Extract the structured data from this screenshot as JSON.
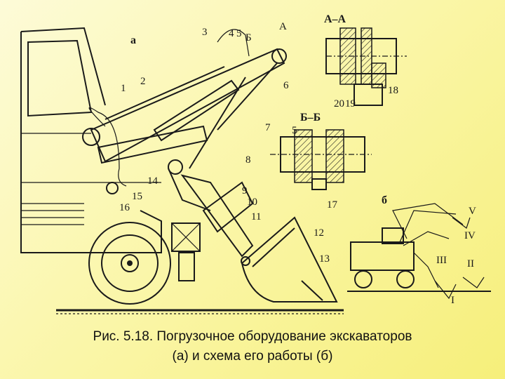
{
  "caption": {
    "line1": "Рис. 5.18. Погрузочное оборудование экскаваторов",
    "line2": "(а) и схема его работы (б)"
  },
  "labels": {
    "part_a": "а",
    "part_b": "б",
    "section_aa": "А–А",
    "section_bb": "Б–Б",
    "arrow_a": "А",
    "arrow_b": "Б",
    "n1": "1",
    "n2": "2",
    "n3": "3",
    "n4": "4",
    "n5": "5",
    "n6": "6",
    "n7": "7",
    "n8": "8",
    "n9": "9",
    "n10": "10",
    "n11": "11",
    "n12": "12",
    "n13": "13",
    "n14": "14",
    "n15": "15",
    "n16": "16",
    "n17": "17",
    "n18": "18",
    "n19": "19",
    "n20": "20",
    "n5b": "5",
    "pos_I": "I",
    "pos_II": "II",
    "pos_III": "III",
    "pos_IV": "IV",
    "pos_V": "V"
  }
}
